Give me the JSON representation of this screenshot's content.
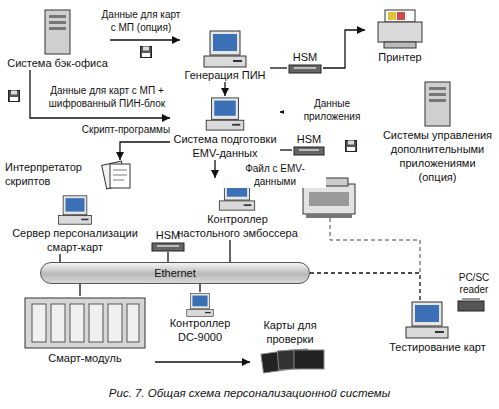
{
  "diagram": {
    "caption": "Рис. 7. Общая схема персонализационной системы",
    "nodes": [
      {
        "text": [
          "Система бэк-офиса"
        ]
      },
      {
        "text": [
          "Генерация ПИН"
        ]
      },
      {
        "text": [
          "Принтер"
        ]
      },
      {
        "text": [
          "HSM"
        ]
      },
      {
        "text": [
          "Система подготовки EMV-данных"
        ]
      },
      {
        "text": [
          "HSM"
        ]
      },
      {
        "text": [
          "Системы управления дополнительными приложениями (опция)"
        ]
      },
      {
        "text": [
          "Интерпретатор скриптов"
        ]
      },
      {
        "text": [
          "Сервер персонализации смарт-карт"
        ]
      },
      {
        "text": [
          "HSM"
        ]
      },
      {
        "text": [
          "Контроллер настольного эмбоссера"
        ]
      },
      {
        "text": [
          "Тестирование карт"
        ]
      },
      {
        "text": [
          "Смарт-модуль"
        ]
      },
      {
        "text": [
          "Контроллер DC-9000"
        ]
      },
      {
        "text": [
          "Карты для проверки"
        ]
      },
      {
        "text": [
          "Ethernet"
        ]
      }
    ],
    "edges": [
      {
        "from": 0,
        "to": 1,
        "arrow": "to",
        "label": "Данные для карт с МП (опция)"
      },
      {
        "from": 1,
        "to": 3,
        "arrow": "none"
      },
      {
        "from": 3,
        "to": 2,
        "arrow": "to"
      },
      {
        "from": 0,
        "to": 4,
        "arrow": "to",
        "label": "Данные для карт с МП + шифрованный ПИН-блок"
      },
      {
        "from": 1,
        "to": 4,
        "arrow": "to"
      },
      {
        "from": 6,
        "to": 4,
        "arrow": "to",
        "label": "Данные приложения"
      },
      {
        "from": 4,
        "to": 5,
        "arrow": "none"
      },
      {
        "from": 4,
        "to": 7,
        "arrow": "to",
        "label": "Скрипт-программы"
      },
      {
        "from": 4,
        "to": 10,
        "arrow": "to",
        "label": "Файл с EMV-данными"
      },
      {
        "from": 8,
        "to": 15,
        "arrow": "none"
      },
      {
        "from": 9,
        "to": 15,
        "arrow": "none"
      },
      {
        "from": 10,
        "to": 15,
        "arrow": "none"
      },
      {
        "from": 12,
        "to": 15,
        "arrow": "none"
      },
      {
        "from": 13,
        "to": 15,
        "arrow": "none"
      },
      {
        "from": 15,
        "to": 11,
        "arrow": "none"
      },
      {
        "from": 12,
        "to": 14,
        "arrow": "to"
      }
    ],
    "labels": [
      "PC/SC reader"
    ]
  }
}
